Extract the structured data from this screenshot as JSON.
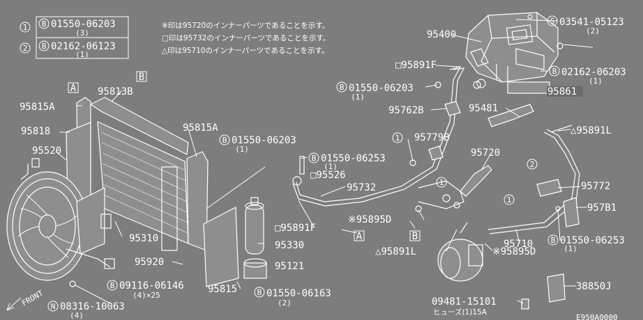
{
  "diagram_code": "E950A0000",
  "front_label": "FRONT",
  "notes": [
    "※印は95720のインナーパーツであることを示す。",
    "□印は95732のインナーパーツであることを示す。",
    "△印は95710のインナーパーツであることを示す。"
  ],
  "legend": [
    {
      "idx": "1",
      "prefix": "B",
      "part": "01550-06203",
      "qty": "(3)"
    },
    {
      "idx": "2",
      "prefix": "B",
      "part": "02162-06123",
      "qty": "(1)"
    }
  ],
  "box_labels": {
    "a": "A",
    "b": "B"
  },
  "callouts": [
    {
      "id": "95400",
      "text": "95400"
    },
    {
      "id": "s03541",
      "prefix": "S",
      "text": "03541-05123",
      "qty": "(2)"
    },
    {
      "id": "95891F_top",
      "text": "□95891F"
    },
    {
      "id": "b02162",
      "prefix": "B",
      "text": "02162-06203",
      "qty": "(1)"
    },
    {
      "id": "95861",
      "text": "95861"
    },
    {
      "id": "b01550_top",
      "prefix": "B",
      "text": "01550-06203",
      "qty": "(1)"
    },
    {
      "id": "95762B",
      "text": "95762B"
    },
    {
      "id": "95481",
      "text": "95481"
    },
    {
      "id": "95891L_top",
      "text": "△95891L"
    },
    {
      "id": "95779B",
      "text": "95779B"
    },
    {
      "id": "95720",
      "text": "95720"
    },
    {
      "id": "b01550_06253_a",
      "prefix": "B",
      "text": "01550-06253",
      "qty": "(1)"
    },
    {
      "id": "95526",
      "text": "□95526"
    },
    {
      "id": "95732",
      "text": "95732"
    },
    {
      "id": "95772",
      "text": "95772"
    },
    {
      "id": "95781",
      "text": "957B1"
    },
    {
      "id": "95895D_a",
      "text": "※95895D"
    },
    {
      "id": "95891F_mid",
      "text": "□95891F"
    },
    {
      "id": "b01550_06253_b",
      "prefix": "B",
      "text": "01550-06253",
      "qty": "(1)"
    },
    {
      "id": "95891L_bot",
      "text": "△95891L"
    },
    {
      "id": "95710",
      "text": "95710"
    },
    {
      "id": "95895D_b",
      "text": "※95895D"
    },
    {
      "id": "38850J",
      "text": "38850J"
    },
    {
      "id": "fuse_part",
      "text": "09481-15101"
    },
    {
      "id": "fuse_desc",
      "text": "ヒューズ(1)15A"
    },
    {
      "id": "95813B",
      "text": "95813B"
    },
    {
      "id": "95815A_l",
      "text": "95815A"
    },
    {
      "id": "95815A_r",
      "text": "95815A"
    },
    {
      "id": "95818",
      "text": "95818"
    },
    {
      "id": "95520",
      "text": "95520"
    },
    {
      "id": "b01550_06203_mid",
      "prefix": "B",
      "text": "01550-06203",
      "qty": "(1)"
    },
    {
      "id": "95310",
      "text": "95310"
    },
    {
      "id": "95330",
      "text": "95330"
    },
    {
      "id": "95920",
      "text": "95920"
    },
    {
      "id": "95121",
      "text": "95121"
    },
    {
      "id": "b09116",
      "prefix": "B",
      "text": "09116-06146",
      "qty": "(4)×25"
    },
    {
      "id": "95815",
      "text": "95815"
    },
    {
      "id": "b01550_06163",
      "prefix": "B",
      "text": "01550-06163",
      "qty": "(2)"
    },
    {
      "id": "n08316",
      "prefix": "N",
      "text": "08316-10063",
      "qty": "(4)"
    }
  ],
  "markers": {
    "one": "1",
    "two": "2",
    "a": "A",
    "b": "B"
  }
}
